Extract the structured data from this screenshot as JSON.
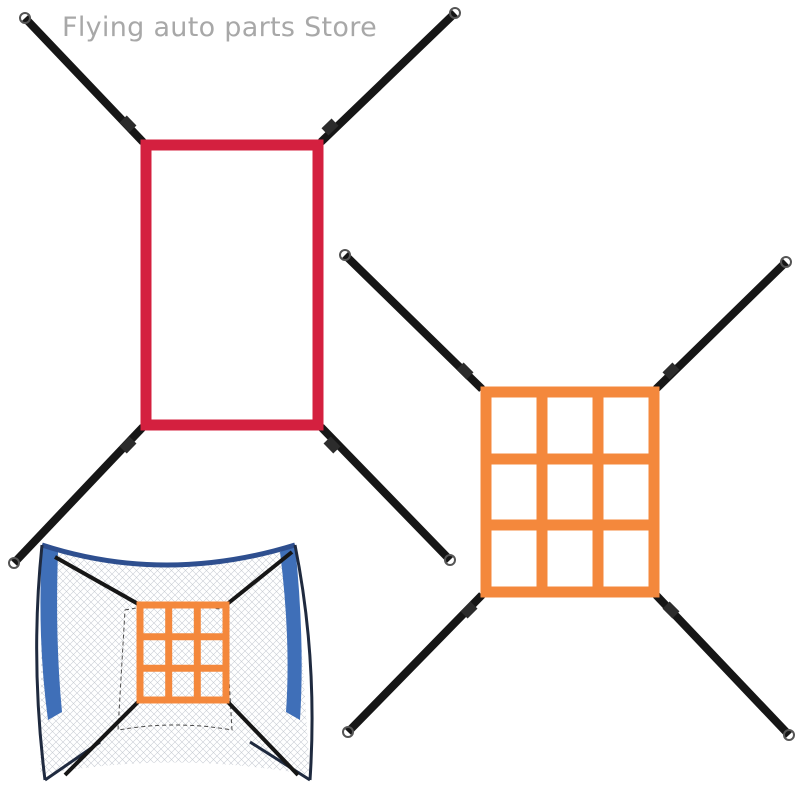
{
  "watermark": {
    "text": "Flying auto parts Store"
  },
  "products": [
    {
      "name": "red-rectangle-target",
      "color": "#d4203f",
      "grid": "1x1",
      "straps": 4
    },
    {
      "name": "orange-nine-hole-target",
      "color": "#f4883c",
      "grid": "3x3",
      "straps": 4
    },
    {
      "name": "net-with-target",
      "frame_color": "#2e4f8f",
      "target_color": "#f4883c",
      "grid": "3x3"
    }
  ],
  "colors": {
    "strap": "#161616",
    "buckle": "#2c2c2c",
    "net_side": "#3f6fb8",
    "net_mesh": "#cfd3da"
  }
}
